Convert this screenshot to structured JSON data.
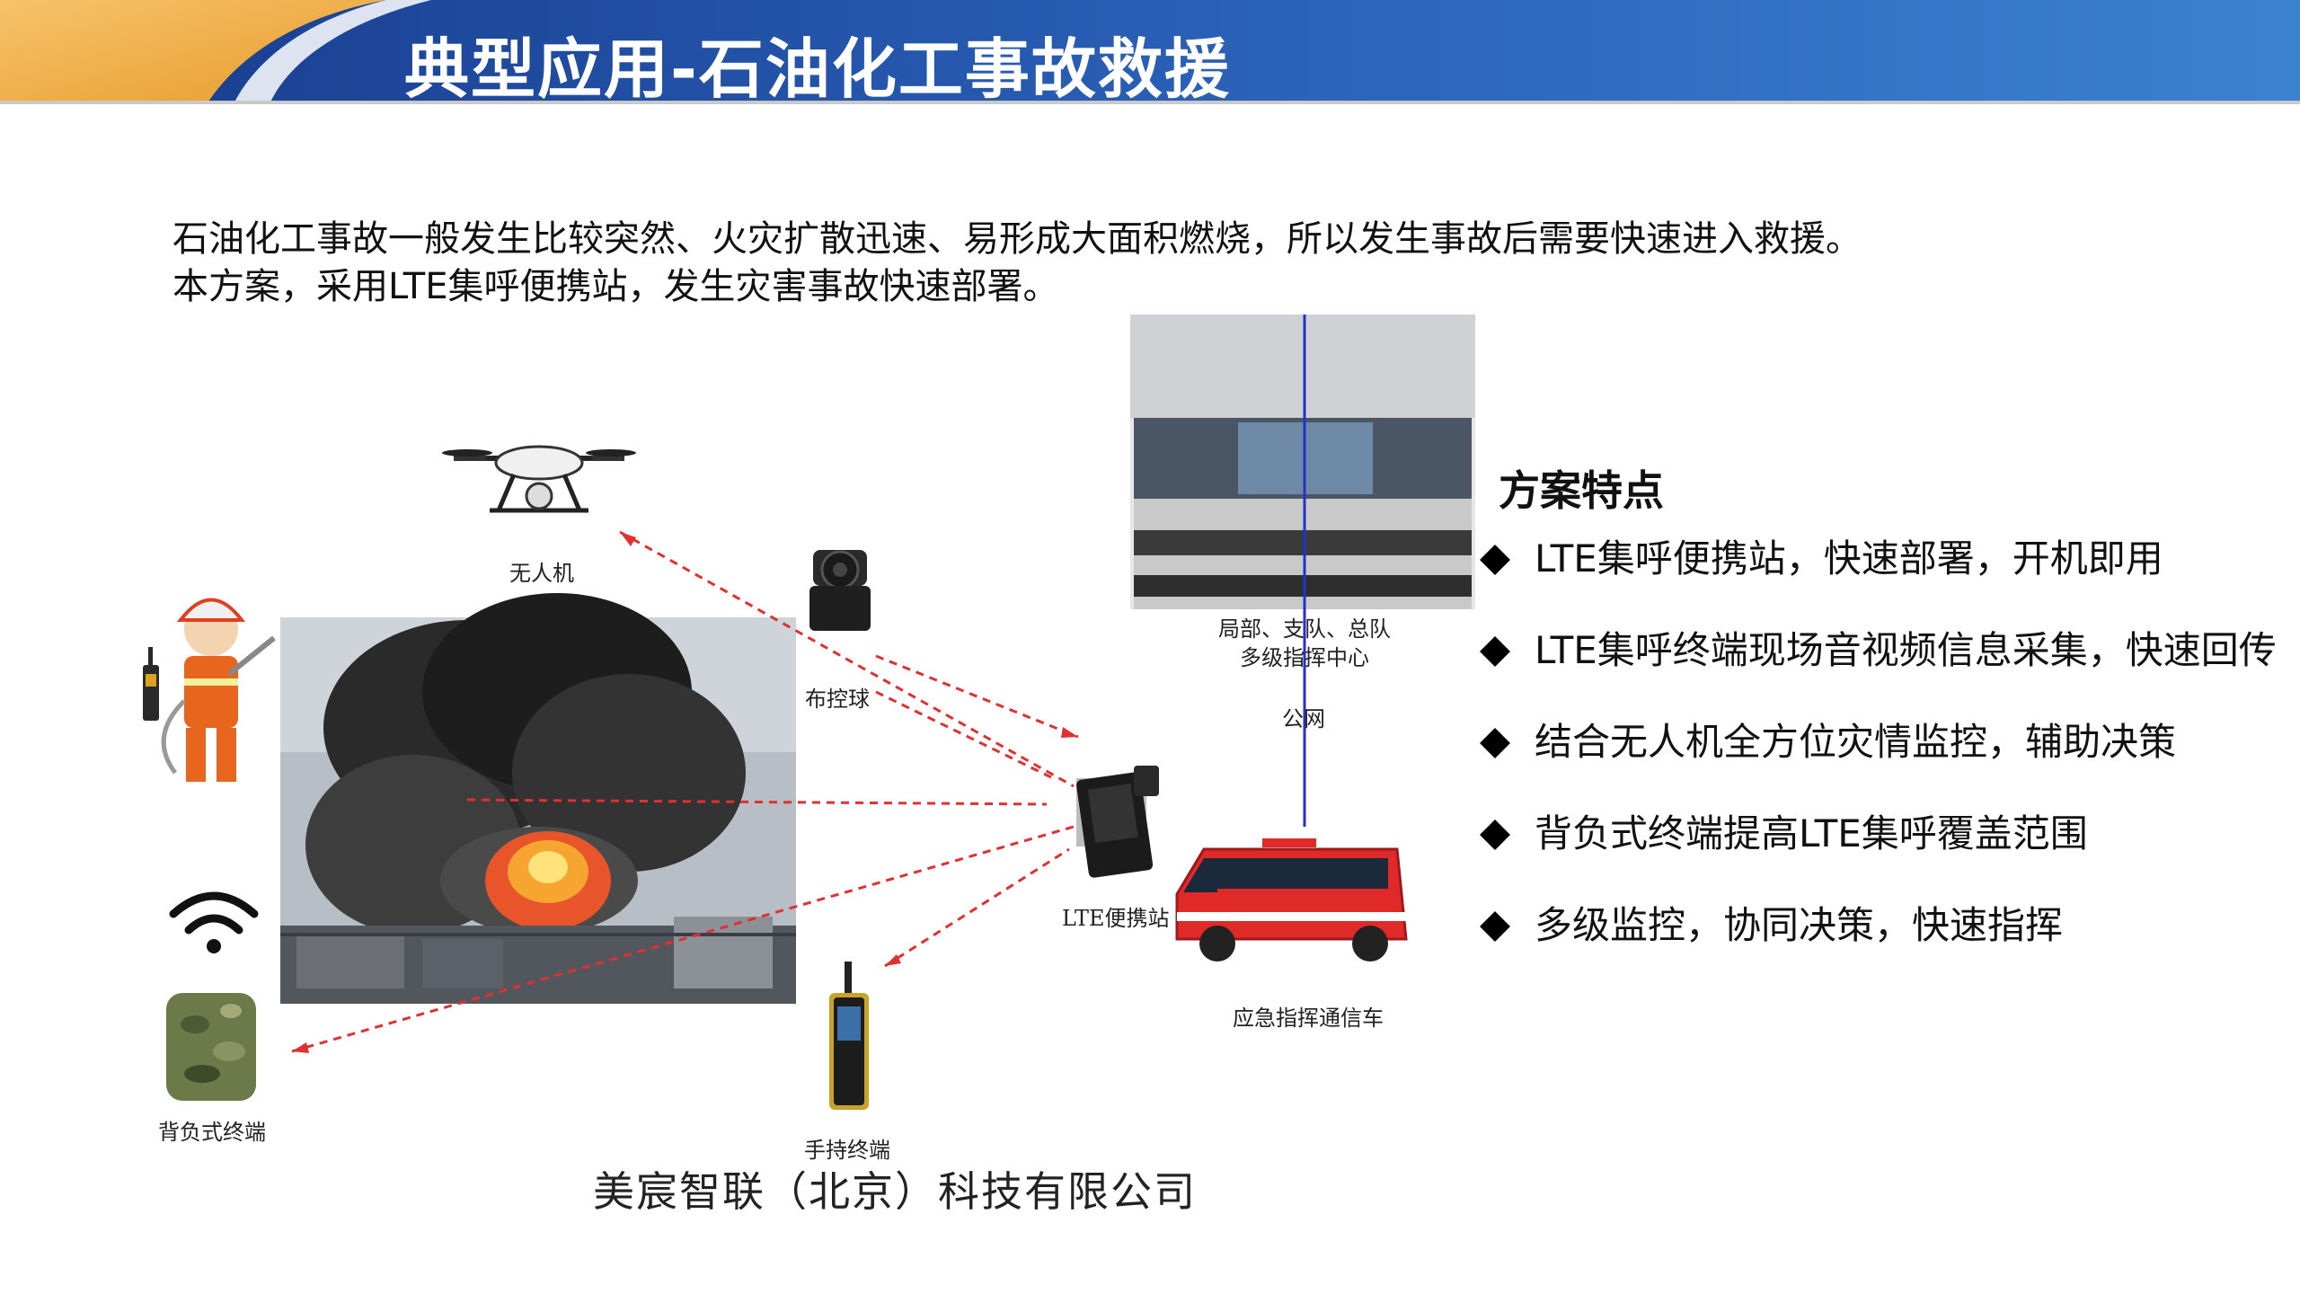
{
  "title": "典型应用-石油化工事故救援",
  "intro": [
    "石油化工事故一般发生比较突然、火灾扩散迅速、易形成大面积燃烧，所以发生事故后需要快速进入救援。",
    "本方案，采用LTE集呼便携站，发生灾害事故快速部署。"
  ],
  "diagram": {
    "drone_label": "无人机",
    "camera_label": "布控球",
    "station_label": "LTE便携站",
    "command_center_label_1": "局部、支队、总队",
    "command_center_label_2": "多级指挥中心",
    "public_net_label": "公网",
    "vehicle_label": "应急指挥通信车",
    "backpack_label": "背负式终端",
    "handheld_label": "手持终端",
    "colors": {
      "link": "#e03030",
      "uplink": "#2233cc"
    }
  },
  "company": "美宸智联（北京）科技有限公司",
  "features": {
    "heading": "方案特点",
    "items": [
      "LTE集呼便携站，快速部署，开机即用",
      "LTE集呼终端现场音视频信息采集，快速回传",
      "结合无人机全方位灾情监控，辅助决策",
      "背负式终端提高LTE集呼覆盖范围",
      "多级监控，协同决策，快速指挥"
    ]
  }
}
